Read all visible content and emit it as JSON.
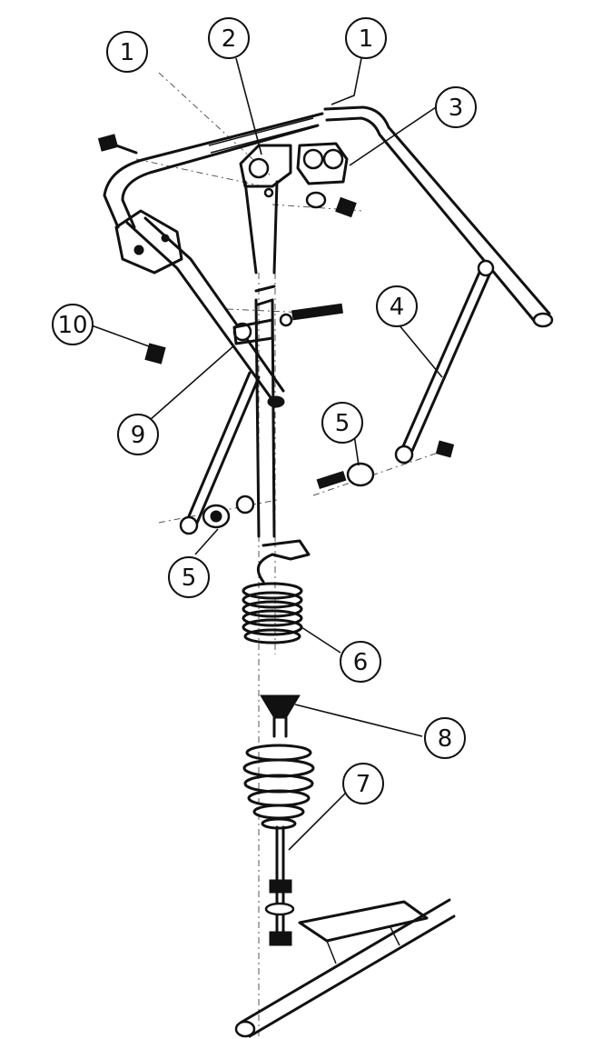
{
  "callouts": [
    {
      "id": "c1a",
      "label": "1"
    },
    {
      "id": "c2",
      "label": "2"
    },
    {
      "id": "c1b",
      "label": "1"
    },
    {
      "id": "c3",
      "label": "3"
    },
    {
      "id": "c4",
      "label": "4"
    },
    {
      "id": "c10",
      "label": "10"
    },
    {
      "id": "c9",
      "label": "9"
    },
    {
      "id": "c5a",
      "label": "5"
    },
    {
      "id": "c5b",
      "label": "5"
    },
    {
      "id": "c6",
      "label": "6"
    },
    {
      "id": "c8",
      "label": "8"
    },
    {
      "id": "c7",
      "label": "7"
    }
  ]
}
